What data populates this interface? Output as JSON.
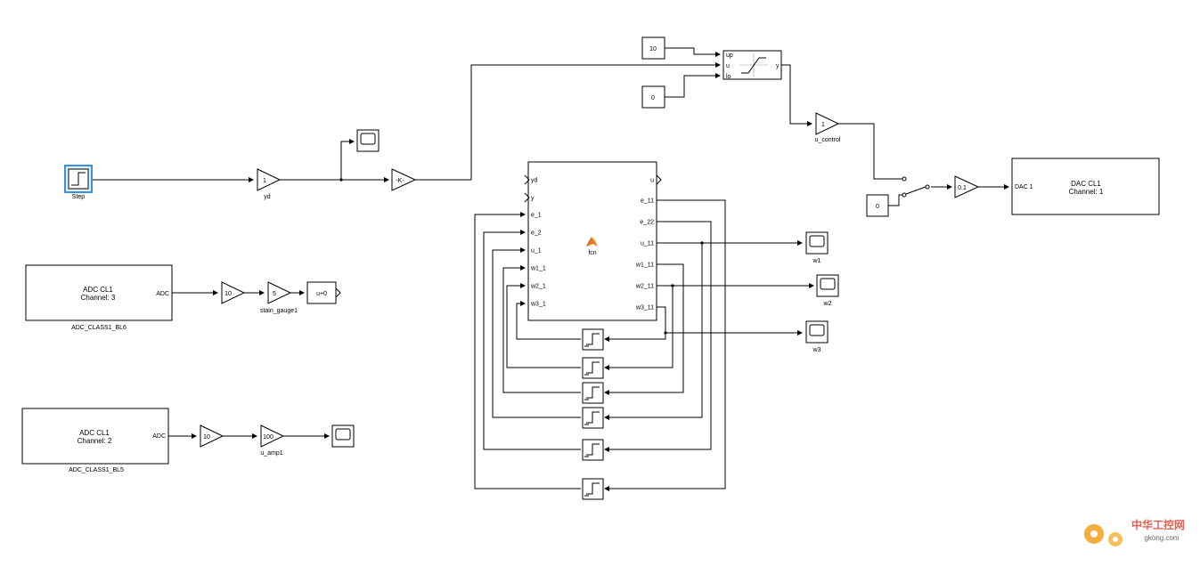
{
  "blocks": {
    "step": {
      "name": "Step"
    },
    "gain_yd": {
      "value": "1",
      "name": "yd"
    },
    "gain_k": {
      "value": "-K-"
    },
    "const_up": {
      "value": "10"
    },
    "const_lo": {
      "value": "0"
    },
    "saturation": {
      "port_up": "up",
      "port_u": "u",
      "port_lo": "lo",
      "port_y": "y"
    },
    "gain_u_control": {
      "value": "1",
      "name": "u_control"
    },
    "const_switch": {
      "value": "0"
    },
    "gain_dac": {
      "value": "0.1"
    },
    "dac": {
      "port": "DAC 1",
      "line1": "DAC CL1",
      "line2": "Channel: 1"
    },
    "fcn": {
      "name": "fcn",
      "inputs": [
        "yd",
        "y",
        "e_1",
        "e_2",
        "u_1",
        "w1_1",
        "w2_1",
        "w3_1"
      ],
      "outputs": [
        "u",
        "e_11",
        "e_22",
        "u_11",
        "w1_11",
        "w2_11",
        "w3_11"
      ]
    },
    "adc3": {
      "line1": "ADC CL1",
      "line2": "Channel: 3",
      "port": "ADC",
      "name": "ADC_CLASS1_BL6"
    },
    "gain_10a": {
      "value": "10"
    },
    "gain_5": {
      "value": "5",
      "name": "stain_gauge1"
    },
    "bias": {
      "value": "u+0"
    },
    "adc2": {
      "line1": "ADC CL1",
      "line2": "Channel: 2",
      "port": "ADC",
      "name": "ADC_CLASS1_BL5"
    },
    "gain_10b": {
      "value": "10"
    },
    "gain_100": {
      "value": "100",
      "name": "u_amp1"
    },
    "scope_w1": {
      "name": "w1"
    },
    "scope_w2": {
      "name": "w2"
    },
    "scope_w3": {
      "name": "w3"
    }
  },
  "watermark": {
    "text1": "中华工控网",
    "text2": "gkong.com"
  }
}
